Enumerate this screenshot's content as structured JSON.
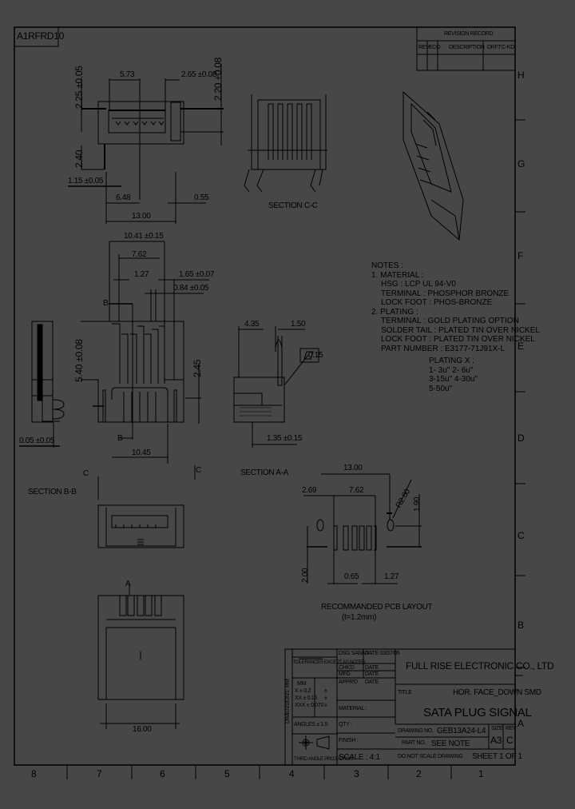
{
  "drawing_id": "A1RFRD10",
  "colors": {
    "background": "#474747",
    "lines": "#000000"
  },
  "revision_record": {
    "title": "REVISION RECORD",
    "columns": [
      "REV",
      "ECO",
      "DESCRIPTION",
      "DRFT",
      "C-KD"
    ]
  },
  "zone_letters": [
    "H",
    "G",
    "F",
    "E",
    "D",
    "C",
    "B",
    "A"
  ],
  "zone_numbers": [
    "8",
    "7",
    "6",
    "5",
    "4",
    "3",
    "2",
    "1"
  ],
  "dimensions": {
    "top_5_73": "5.73",
    "top_2_65": "2.65 ±0.08",
    "top_2_25": "2.25 ±0.05",
    "top_2_20": "2.20 +0.08",
    "top_2_40": "2.40",
    "top_1_15": "1.15 ±0.05",
    "top_6_48": "6.48",
    "top_0_55": "0.55",
    "top_13_00": "13.00",
    "front_10_41": "10.41 ±0.15",
    "front_7_62": "7.62",
    "front_1_27": "1.27",
    "front_1_65": "1.65 ±0.07",
    "front_0_84": "0.84 ±0.05",
    "front_5_40": "5.40 ±0.08",
    "front_2_45": "2.45",
    "front_10_45": "10.45",
    "side_0_05": "0.05 ±0.05",
    "sec_4_35": "4.35",
    "sec_1_50": "1.50",
    "sec_1_35": "1.35 ±0.15",
    "flatness": "0.15",
    "pcb_13_00": "13.00",
    "pcb_2_69": "2.69",
    "pcb_7_62": "7.62",
    "pcb_r": "R2.60",
    "pcb_1_90": "1.90",
    "pcb_2_00": "2.00",
    "pcb_0_65": "0.65",
    "pcb_1_27": "1.27",
    "bottom_16_00": "16.00"
  },
  "markers": {
    "b_top": "B",
    "b_bottom": "B",
    "c_left": "C",
    "c_right": "C",
    "a_label": "A"
  },
  "section_labels": {
    "cc": "SECTION  C-C",
    "aa": "SECTION  A-A",
    "bb": "SECTION  B-B",
    "pcb": "RECOMMANDED PCB LAYOUT",
    "pcb_sub": "(t=1.2mm)"
  },
  "notes": [
    "NOTES :",
    "1. MATERIAL :",
    "HSG : LCP UL 94-V0",
    "TERMINAL : PHOSPHOR BRONZE",
    "LOCK FOOT : PHOS-BRONZE",
    "2. PLATING :",
    "TERMINAL : GOLD PLATING OPTION",
    "SOLDER TAIL : PLATED TIN OVER NICKEL",
    "LOCK FOOT : PLATED TIN OVER NICKEL",
    "PART NUMBER : E3177-71J91X-L"
  ],
  "plating_options": [
    "PLATING X :",
    "1- 3u\" 2- 6u\"",
    "3-15u\" 4-30u\"",
    "5-50u\""
  ],
  "title_block": {
    "company": "FULL RISE ELECTRONIC CO., LTD",
    "title_label": "TITLE",
    "title_line1": "HOR. FACE_DOWN SMD",
    "title_line2": "SATA PLUG SIGNAL",
    "drawn": "DSG SANNY",
    "date": "DATE 03/07/05",
    "checked": "CHK'D",
    "checked_date": "DATE",
    "mfg": "MFG",
    "mfg_date": "DATE",
    "approved": "APPR'D",
    "approved_date": "DATE",
    "tolerance_header": "TOLERANCES EXCEPT AS NOTED",
    "tol_rows": [
      "MM",
      "X ± 0.2",
      "XX ± 0.15",
      "XXX ± 0.070"
    ],
    "tol_pm": [
      "±",
      "±",
      "±"
    ],
    "angles": "ANGLES ± 1.5",
    "material": "MATERIAL :",
    "qty": "QTY :",
    "finish": "FINISH :",
    "scale": "SCALE : 4:1",
    "projection": "THIRD ANGLE PROJECTION",
    "drawing_no_label": "DRAWING NO.",
    "drawing_no": "GEB13A24-L4",
    "part_no_label": "PART NO.",
    "part_no": "SEE NOTE",
    "size_label": "SIZE",
    "size": "A3",
    "rev_label": "REV",
    "rev": "C",
    "do_not_scale": "DO NOT SCALE DRAWING",
    "sheet": "SHEET  1  OF  1",
    "side_label": "DIMENSIONS: MM"
  }
}
